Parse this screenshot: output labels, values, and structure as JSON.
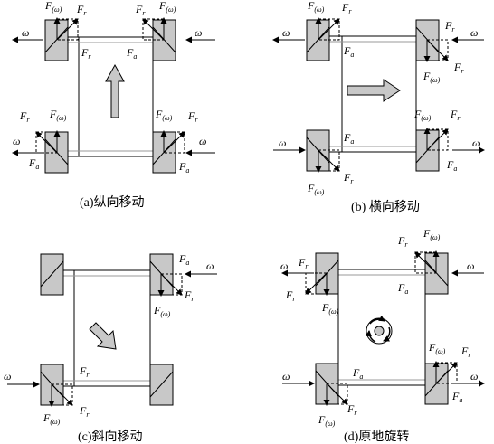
{
  "omega": "ω",
  "F": "F",
  "subs": {
    "w": "(ω)",
    "r": "r",
    "a": "a"
  },
  "captions": {
    "a": "(a)纵向移动",
    "b": "(b) 横向移动",
    "c": "(c)斜向移动",
    "d": "(d)原地旋转"
  },
  "colors": {
    "wheel": "#c8c8c8",
    "arrow": "#c8c8c8",
    "line": "#000000",
    "frame": "#888888"
  }
}
